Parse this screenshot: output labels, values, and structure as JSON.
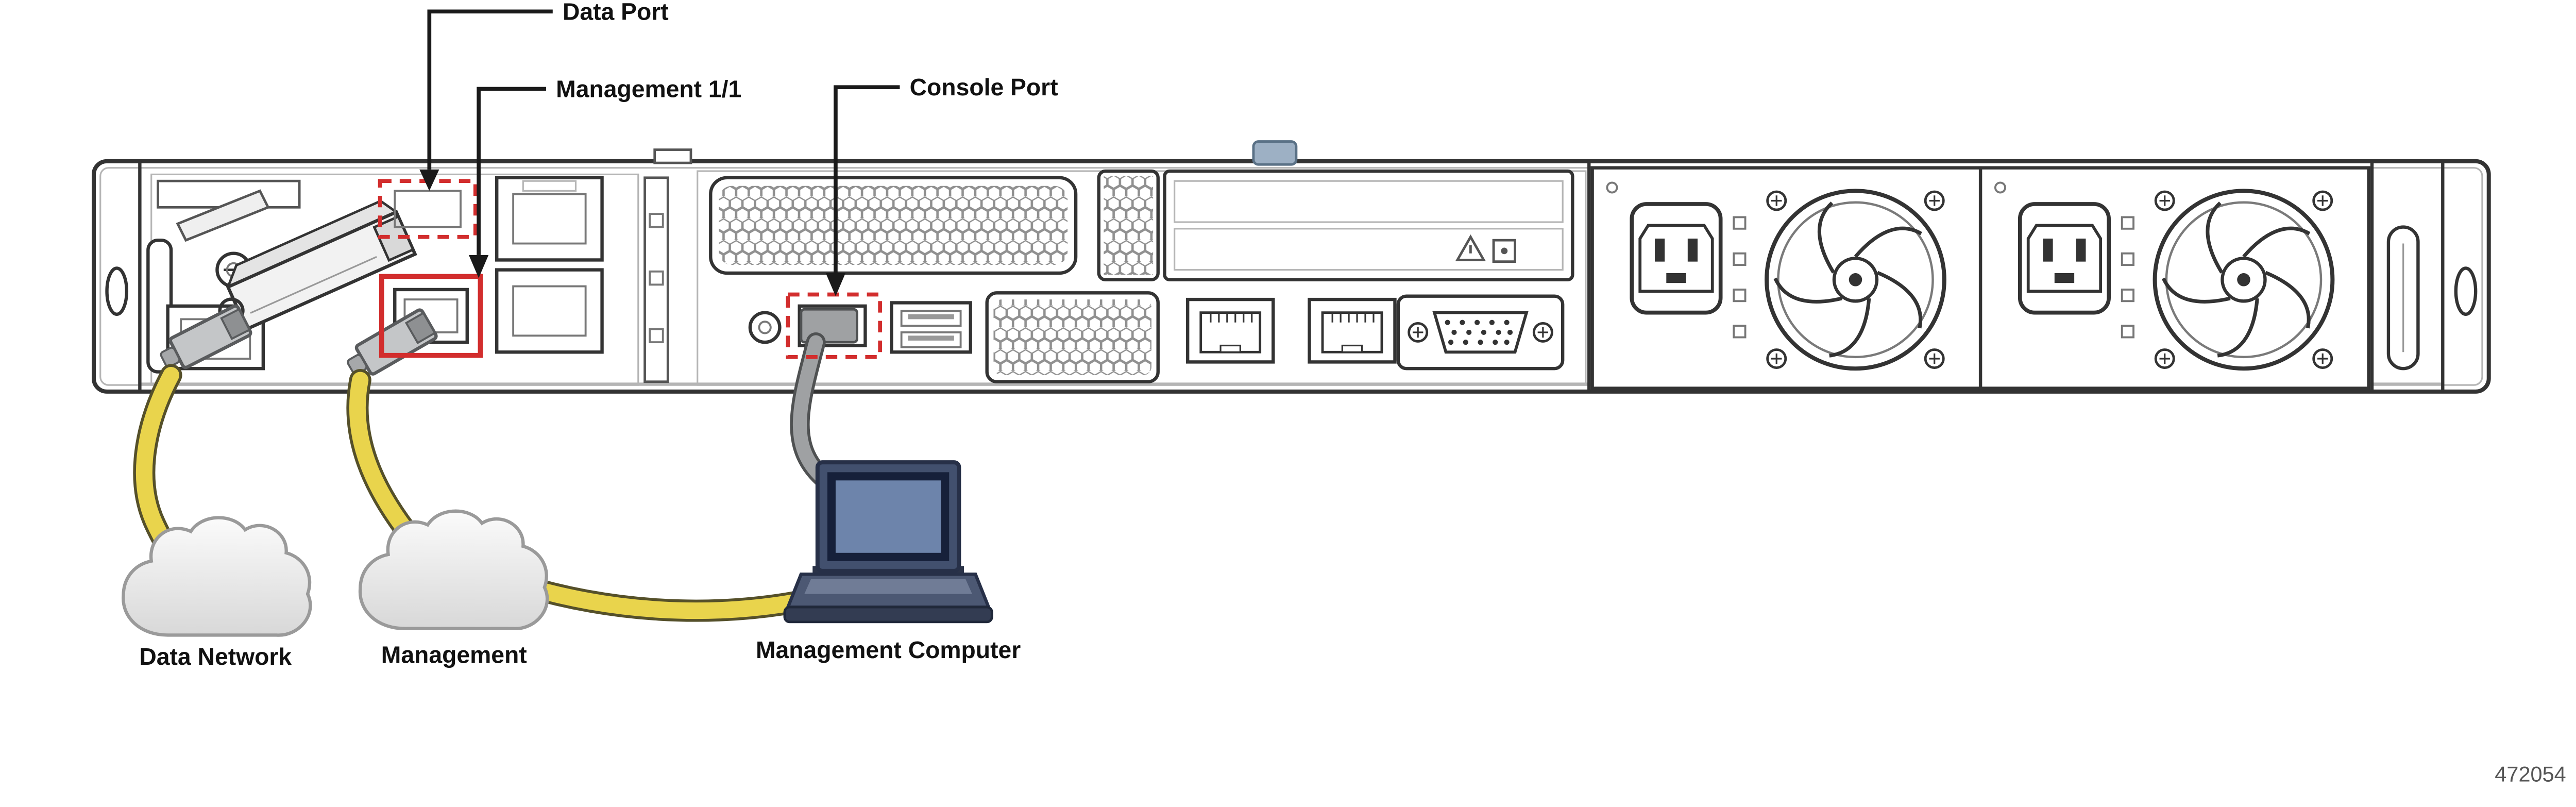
{
  "figure": {
    "callouts": {
      "data_port": "Data Port",
      "management_1_1": "Management 1/1",
      "console_port": "Console Port"
    },
    "nodes": {
      "data_network": "Data Network",
      "management": "Management",
      "management_computer": "Management Computer"
    },
    "figure_number": "472054",
    "colors": {
      "highlight_red": "#d22d2d",
      "cable_yellow": "#e9d44c",
      "cable_gray": "#9fa1a3",
      "laptop_screen_blue": "#6d84ab",
      "line_black": "#1a1a1a"
    },
    "icons": {
      "callout_arrow": "arrow-down-icon",
      "cloud": "cloud-icon",
      "laptop": "laptop-icon",
      "fan": "fan-icon",
      "screw": "screw-icon"
    }
  }
}
